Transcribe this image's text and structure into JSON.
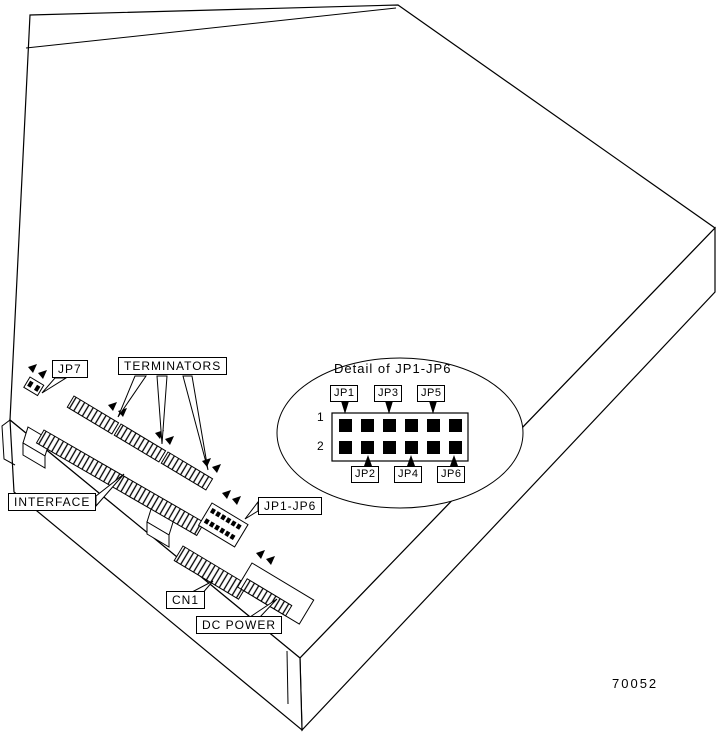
{
  "figure": {
    "number": "70052"
  },
  "callouts": {
    "jp7": "JP7",
    "terminators": "TERMINATORS",
    "interface": "INTERFACE",
    "cn1": "CN1",
    "dc_power": "DC POWER",
    "jp1_jp6": "JP1-JP6"
  },
  "detail": {
    "title": "Detail of JP1-JP6",
    "jumper_labels_top": [
      "JP1",
      "JP3",
      "JP5"
    ],
    "jumper_labels_bottom": [
      "JP2",
      "JP4",
      "JP6"
    ],
    "pin_row_labels": [
      "1",
      "2"
    ]
  }
}
